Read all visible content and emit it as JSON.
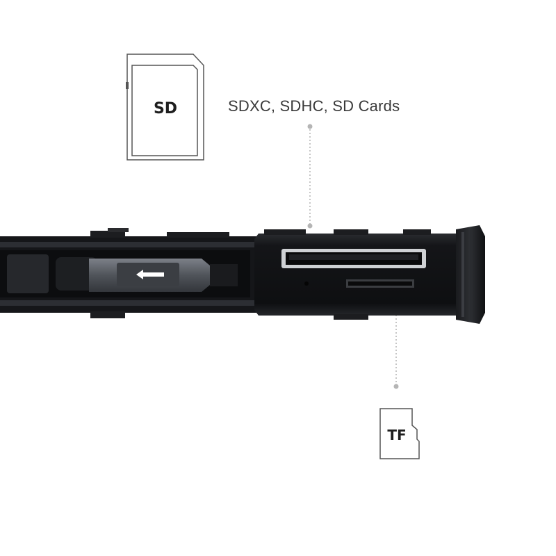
{
  "sd_card": {
    "label": "SD",
    "icon": "sd-card-icon"
  },
  "tf_card": {
    "label": "TF",
    "icon": "microsd-card-icon"
  },
  "sd_slot_caption": "SDXC, SDHC, SD Cards",
  "colors": {
    "background": "#ffffff",
    "device_body": "#111214",
    "leader_line": "#9a9a9a",
    "card_outline": "#4a4a4a"
  }
}
